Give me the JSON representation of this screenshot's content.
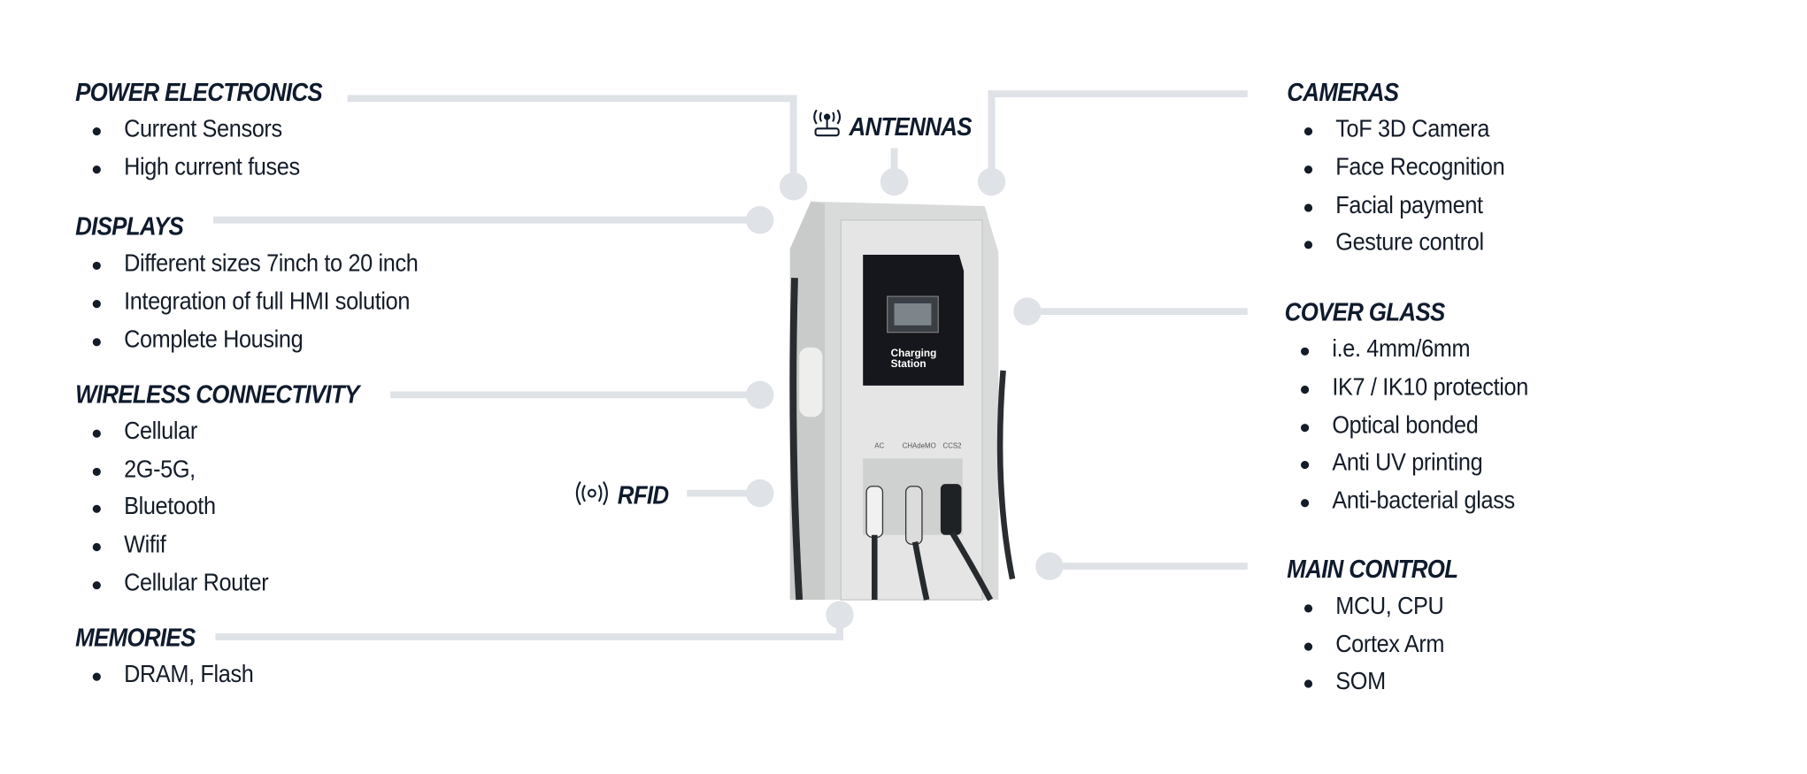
{
  "left": [
    {
      "title": "POWER ELECTRONICS",
      "items": [
        "Current Sensors",
        "High current fuses"
      ]
    },
    {
      "title": "DISPLAYS",
      "items": [
        "Different sizes 7inch to 20 inch",
        "Integration of full HMI solution",
        "Complete Housing"
      ]
    },
    {
      "title": "WIRELESS CONNECTIVITY",
      "items": [
        "Cellular",
        "2G-5G,",
        "Bluetooth",
        "Wifif",
        "Cellular Router"
      ]
    },
    {
      "title": "MEMORIES",
      "items": [
        "DRAM, Flash"
      ]
    }
  ],
  "right": [
    {
      "title": "CAMERAS",
      "items": [
        "ToF 3D Camera",
        "Face Recognition",
        "Facial payment",
        "Gesture control"
      ]
    },
    {
      "title": "COVER GLASS",
      "items": [
        "i.e. 4mm/6mm",
        "IK7 / IK10 protection",
        "Optical bonded",
        "Anti UV printing",
        "Anti-bacterial glass"
      ]
    },
    {
      "title": "MAIN CONTROL",
      "items": [
        "MCU, CPU",
        "Cortex Arm",
        "SOM"
      ]
    }
  ],
  "antennas": {
    "title": "ANTENNAS",
    "icon": "antenna-router-icon"
  },
  "rfid": {
    "title": "RFID",
    "icon": "rfid-signal-icon"
  },
  "station": {
    "screen_text_1": "Charging",
    "screen_text_2": "Station",
    "ports": [
      "AC",
      "CHAdeMO",
      "CCS2"
    ]
  },
  "colors": {
    "text": "#0f1b2d",
    "connector": "#dfe2e7"
  }
}
